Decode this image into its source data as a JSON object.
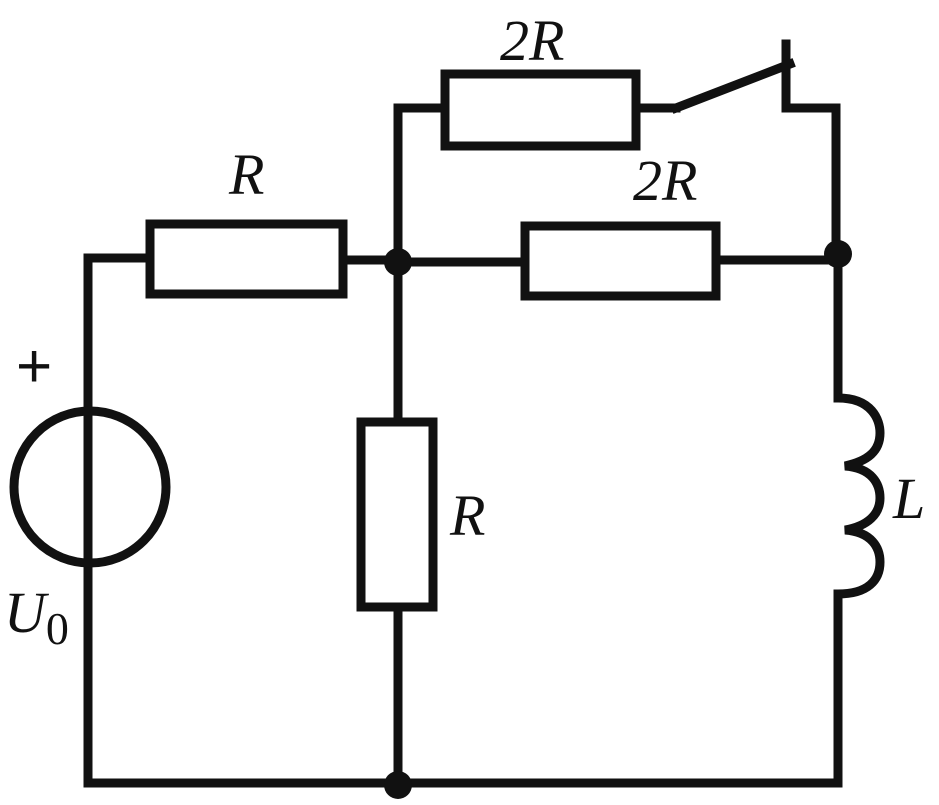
{
  "diagram": {
    "labels": {
      "resistor_top": "2R",
      "resistor_middle": "2R",
      "resistor_left": "R",
      "resistor_vertical": "R",
      "inductor": "L",
      "source_letter": "U",
      "source_subscript": "0",
      "source_polarity": "+"
    },
    "colors": {
      "line": "#111111",
      "background": "#ffffff"
    }
  }
}
